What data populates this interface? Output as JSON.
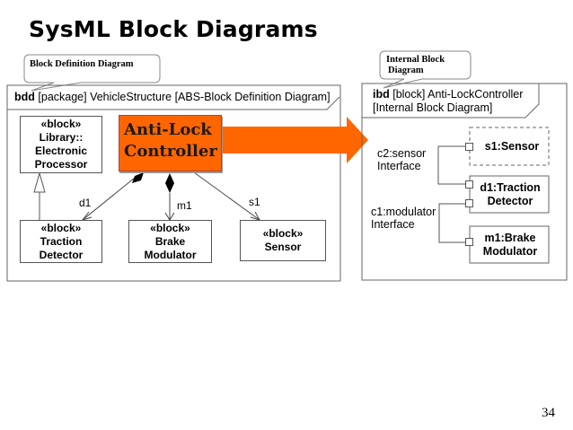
{
  "slide": {
    "title": "SysML Block Diagrams",
    "page_number": "34"
  },
  "bdd": {
    "callout": "Block Definition Diagram",
    "header_keyword": "bdd",
    "header_rest": " [package] VehicleStructure [ABS-Block Definition Diagram]",
    "highlight_block": {
      "line1": "Anti-Lock",
      "line2": "Controller",
      "color": "#ff6600"
    },
    "blocks": [
      {
        "id": "electronic-processor",
        "lines": [
          "«block»",
          "Library::",
          "Electronic",
          "Processor"
        ]
      },
      {
        "id": "traction-detector",
        "lines": [
          "«block»",
          "Traction",
          "Detector"
        ]
      },
      {
        "id": "brake-modulator",
        "lines": [
          "«block»",
          "Brake",
          "Modulator"
        ]
      },
      {
        "id": "sensor",
        "lines": [
          "«block»",
          "Sensor"
        ]
      }
    ],
    "role_labels": {
      "d1": "d1",
      "m1": "m1",
      "s1": "s1"
    }
  },
  "ibd": {
    "callout_line1": "Internal Block",
    "callout_line2": "Diagram",
    "header_keyword": "ibd",
    "header_rest": " [block] Anti-LockController",
    "header_line2": "[Internal Block Diagram]",
    "parts": [
      {
        "id": "s1-sensor",
        "lines": [
          "s1:Sensor"
        ],
        "style": "dashed"
      },
      {
        "id": "d1-traction-detector",
        "lines": [
          "d1:Traction",
          "Detector"
        ],
        "style": "solid"
      },
      {
        "id": "m1-brake-modulator",
        "lines": [
          "m1:Brake",
          "Modulator"
        ],
        "style": "solid"
      }
    ],
    "connectors": [
      {
        "id": "c2",
        "line1": "c2:sensor",
        "line2": "Interface"
      },
      {
        "id": "c1",
        "line1": "c1:modulator",
        "line2": "Interface"
      }
    ]
  }
}
